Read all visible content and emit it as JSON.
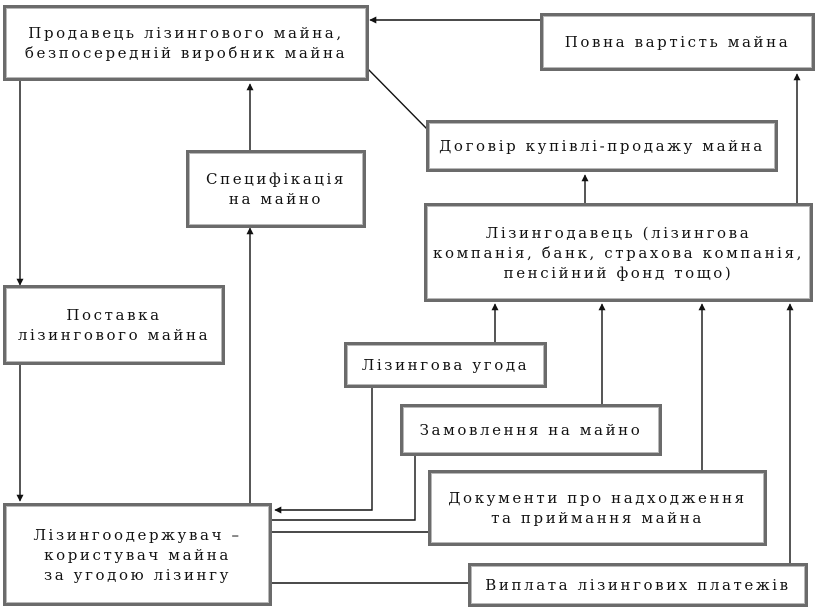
{
  "boxes": {
    "seller": "Продавець лізингового майна,\nбезпосередній виробник майна",
    "full_value": "Повна вартість майна",
    "purchase_contract": "Договір купівлі-продажу майна",
    "specification": "Специфікація\nна майно",
    "lessor": "Лізингодавець (лізингова\nкомпанія, банк, страхова компанія,\nпенсійний фонд тощо)",
    "delivery": "Поставка\nлізингового майна",
    "leasing_agreement": "Лізингова угода",
    "order": "Замовлення на майно",
    "documents": "Документи про надходження\nта приймання майна",
    "lessee": "Лізингоодержувач –\nкористувач майна\nза угодою лізингу",
    "payments": "Виплата лізингових платежів"
  }
}
